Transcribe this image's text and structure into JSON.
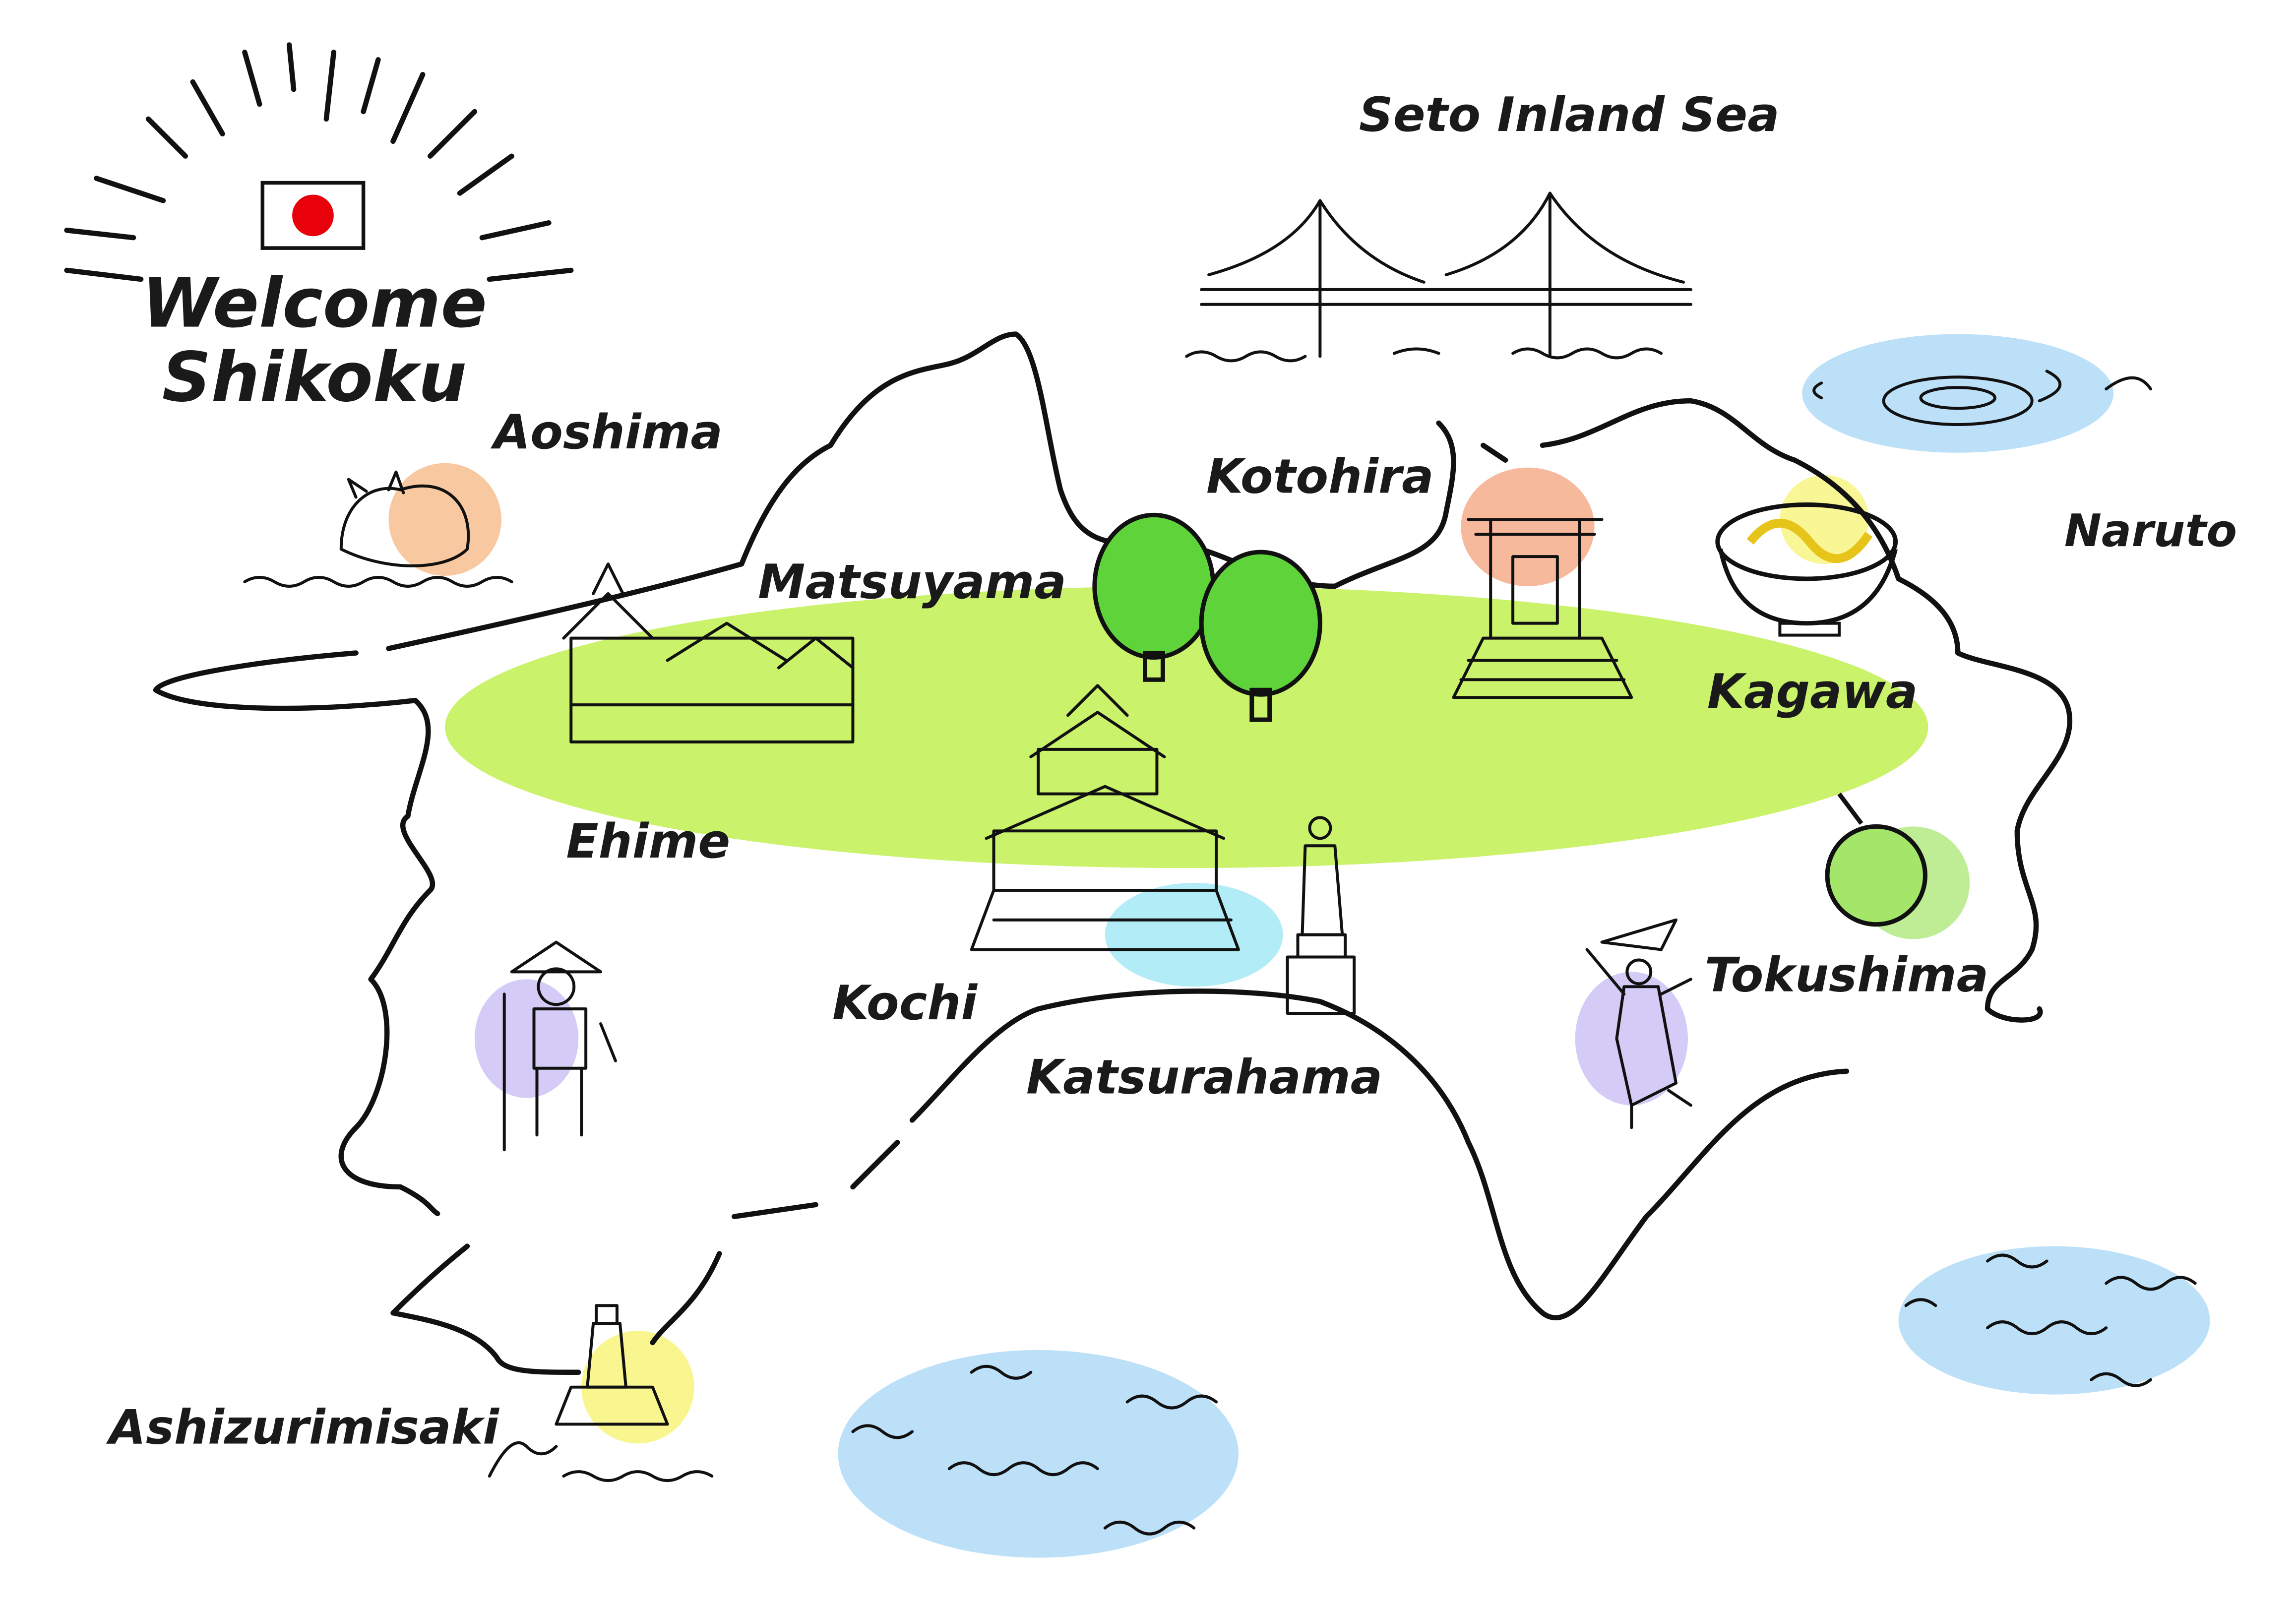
{
  "title": {
    "line1": "Welcome",
    "line2": "Shikoku"
  },
  "labels": {
    "seto": "Seto Inland Sea",
    "aoshima": "Aoshima",
    "kotohira": "Kotohira",
    "naruto": "Naruto",
    "matsuyama": "Matsuyama",
    "kagawa": "Kagawa",
    "ehime": "Ehime",
    "kochi": "Kochi",
    "tokushima": "Tokushima",
    "katsurahama": "Katsurahama",
    "ashizurimisaki": "Ashizurimisaki"
  },
  "colors": {
    "land_wash": "#b8ee3a",
    "water": "#9fd3f5",
    "flag_red": "#e8000b",
    "tree": "#5fd33a",
    "orange": "#f4a361",
    "purple": "#b7a8f0",
    "yellow": "#f7f26a"
  },
  "icons": [
    "sunburst-flag-icon",
    "bridge-icon",
    "cat-icon",
    "castle-icon",
    "tree-icon",
    "shrine-gate-icon",
    "udon-bowl-icon",
    "whirlpool-icon",
    "citrus-icon",
    "dancer-icon",
    "pilgrim-icon",
    "statue-icon",
    "lighthouse-icon"
  ]
}
